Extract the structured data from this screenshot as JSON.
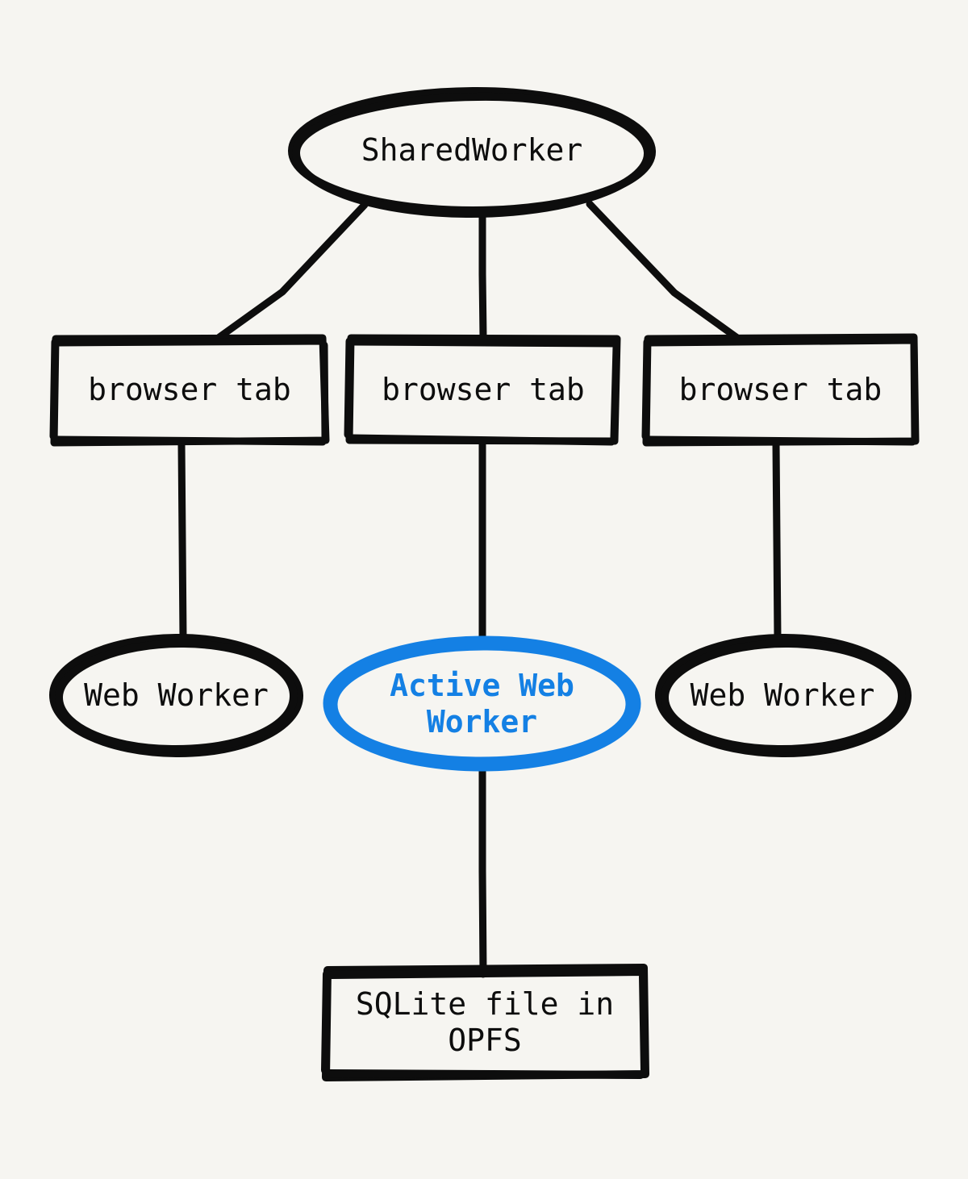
{
  "diagram": {
    "background_color": "#F6F5F1",
    "stroke_color": "#0d0d0d",
    "accent_color": "#1480e4",
    "style": "hand-drawn",
    "nodes": [
      {
        "id": "shared-worker",
        "label": "SharedWorker",
        "shape": "ellipse",
        "color": "#0d0d0d"
      },
      {
        "id": "browser-tab-1",
        "label": "browser tab",
        "shape": "rectangle",
        "color": "#0d0d0d"
      },
      {
        "id": "browser-tab-2",
        "label": "browser tab",
        "shape": "rectangle",
        "color": "#0d0d0d"
      },
      {
        "id": "browser-tab-3",
        "label": "browser tab",
        "shape": "rectangle",
        "color": "#0d0d0d"
      },
      {
        "id": "web-worker-1",
        "label": "Web Worker",
        "shape": "ellipse",
        "color": "#0d0d0d"
      },
      {
        "id": "web-worker-2",
        "label": "Active Web\nWorker",
        "shape": "ellipse",
        "color": "#1480e4"
      },
      {
        "id": "web-worker-3",
        "label": "Web Worker",
        "shape": "ellipse",
        "color": "#0d0d0d"
      },
      {
        "id": "sqlite-file",
        "label": "SQLite file in\nOPFS",
        "shape": "rectangle",
        "color": "#0d0d0d"
      }
    ],
    "edges": [
      {
        "from": "shared-worker",
        "to": "browser-tab-1"
      },
      {
        "from": "shared-worker",
        "to": "browser-tab-2"
      },
      {
        "from": "shared-worker",
        "to": "browser-tab-3"
      },
      {
        "from": "browser-tab-1",
        "to": "web-worker-1"
      },
      {
        "from": "browser-tab-2",
        "to": "web-worker-2"
      },
      {
        "from": "browser-tab-3",
        "to": "web-worker-3"
      },
      {
        "from": "web-worker-2",
        "to": "sqlite-file"
      }
    ]
  }
}
